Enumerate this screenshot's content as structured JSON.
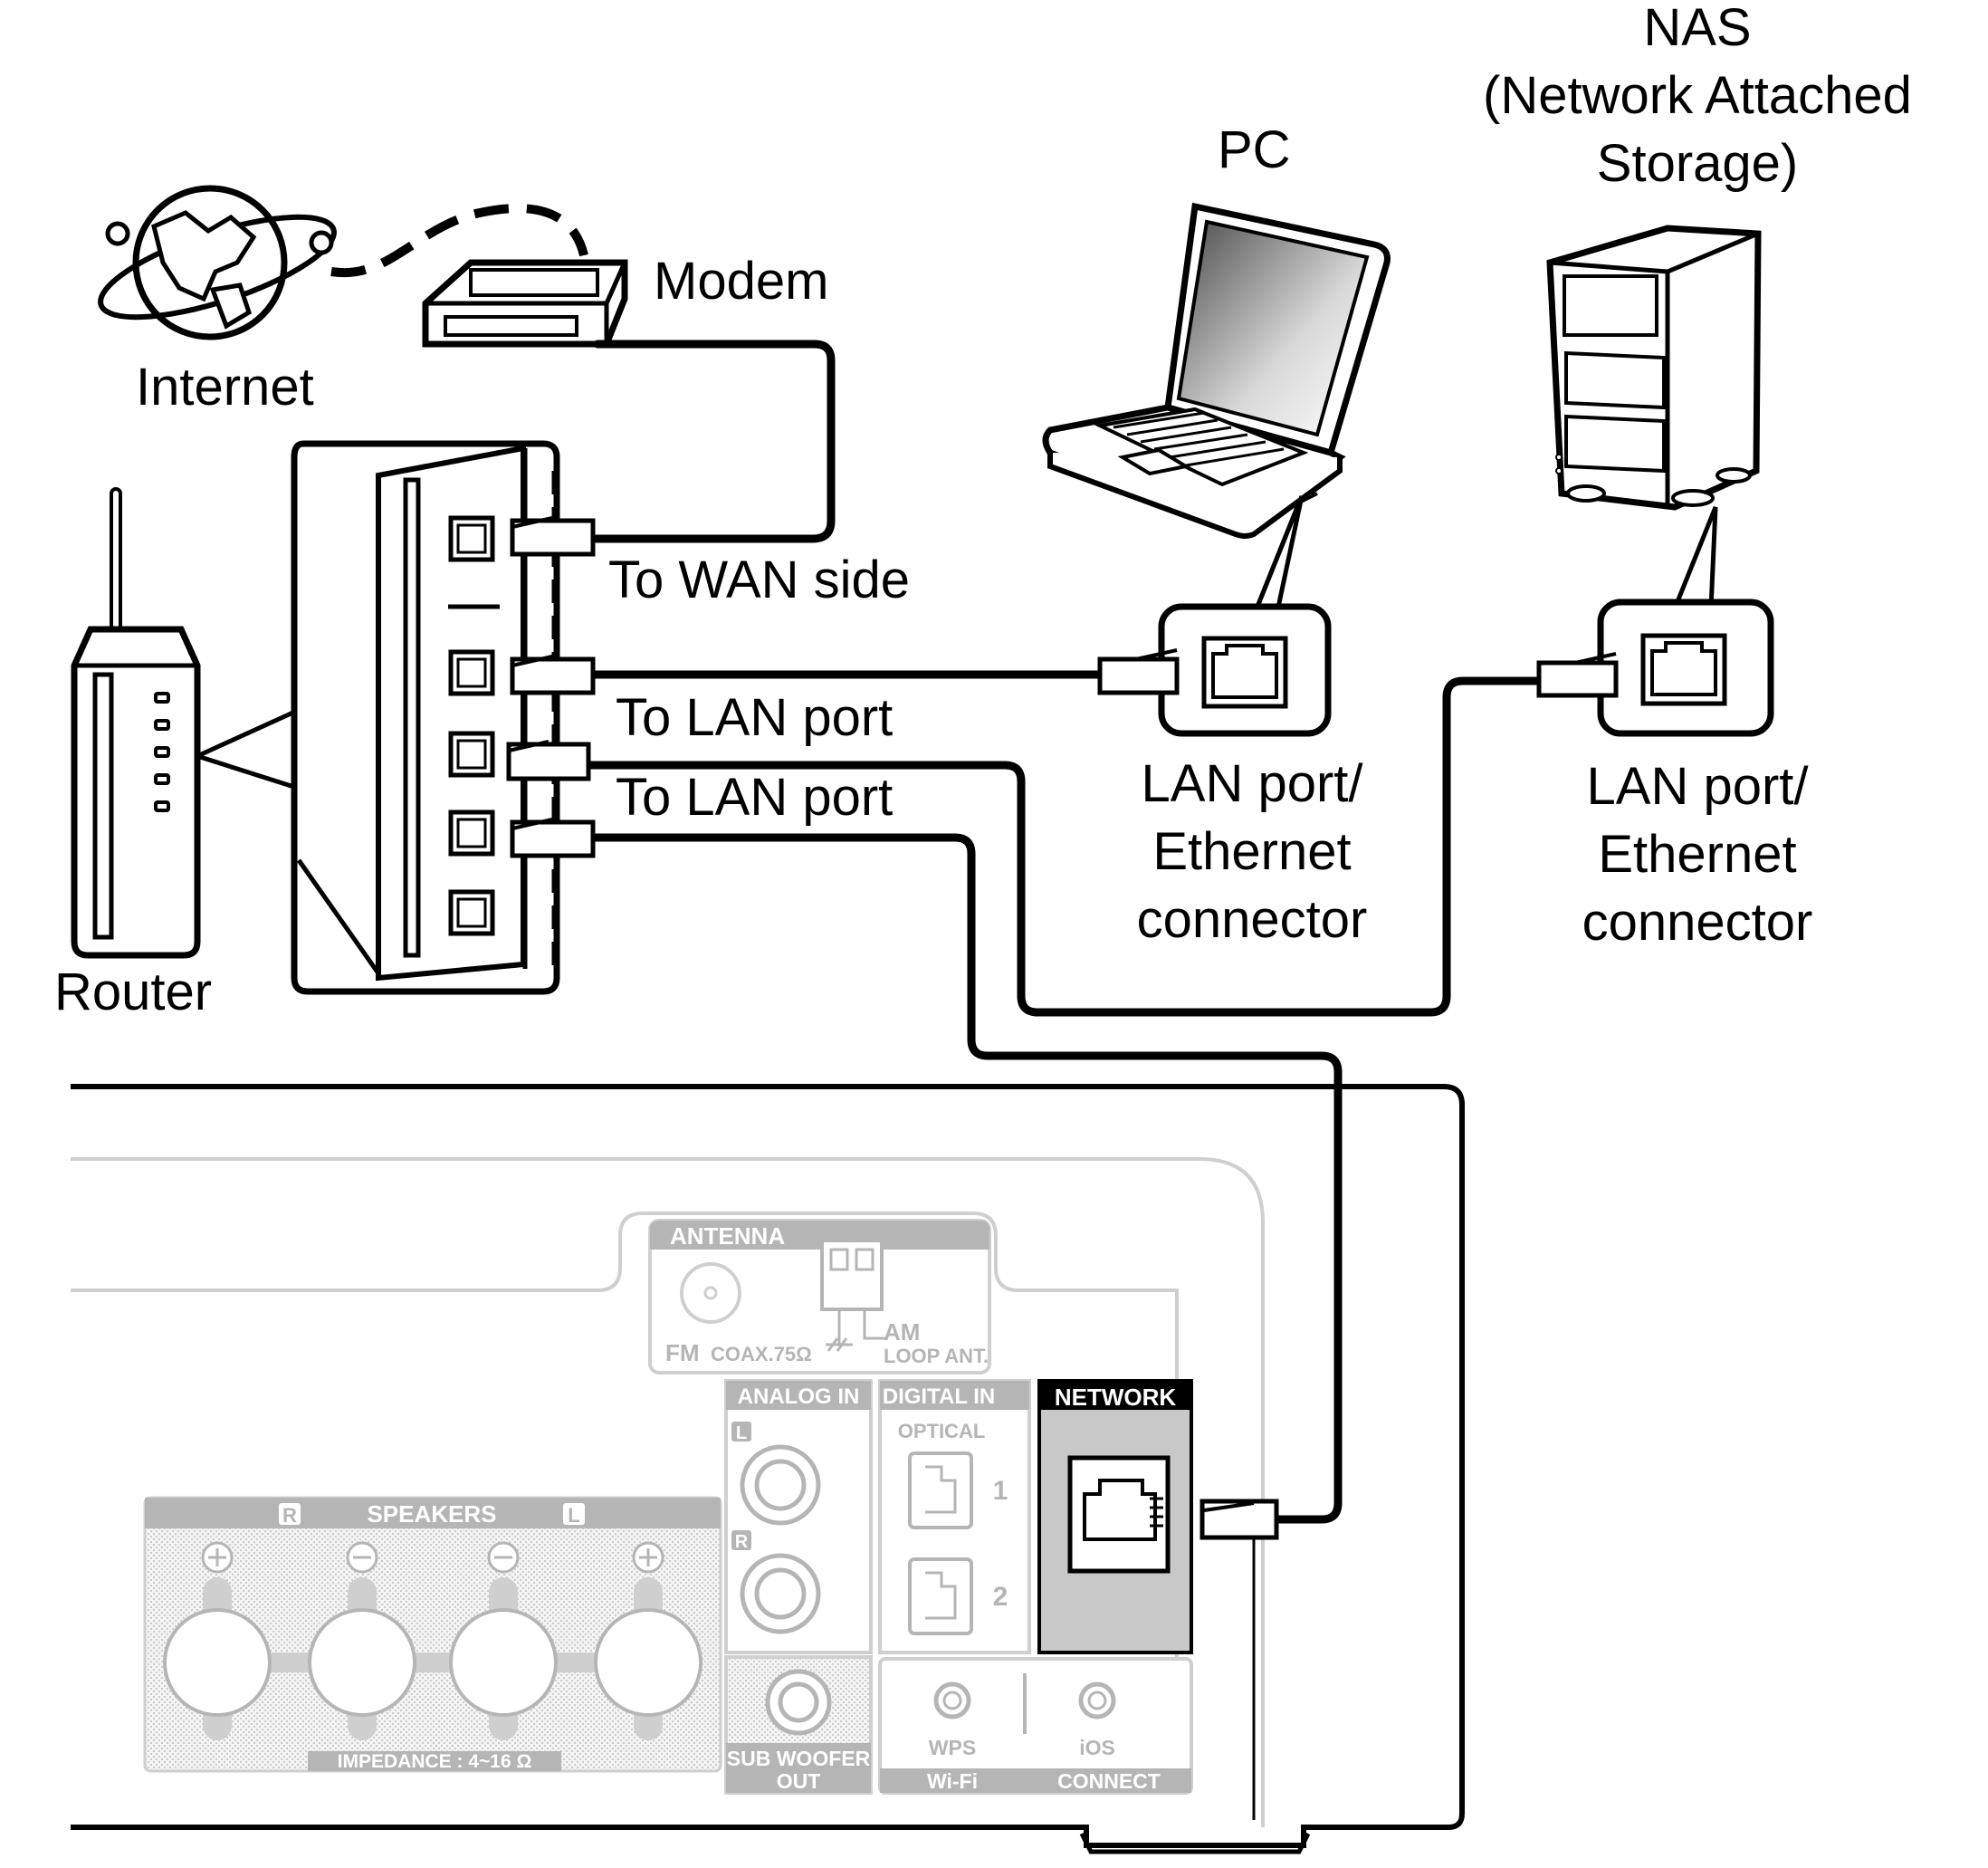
{
  "labels": {
    "internet": "Internet",
    "modem": "Modem",
    "router": "Router",
    "pc": "PC",
    "nas_line1": "NAS",
    "nas_line2": "(Network Attached",
    "nas_line3": "Storage)",
    "to_wan": "To WAN side",
    "to_lan_1": "To LAN port",
    "to_lan_2": "To LAN port",
    "pc_conn_line1": "LAN port/",
    "pc_conn_line2": "Ethernet",
    "pc_conn_line3": "connector",
    "nas_conn_line1": "LAN port/",
    "nas_conn_line2": "Ethernet",
    "nas_conn_line3": "connector"
  },
  "panel": {
    "antenna": "ANTENNA",
    "fm": "FM",
    "coax": "COAX.75Ω",
    "am": "AM",
    "loop_ant": "LOOP ANT.",
    "analog_in": "ANALOG IN",
    "analog_l": "L",
    "analog_r": "R",
    "digital_in": "DIGITAL IN",
    "optical": "OPTICAL",
    "optical_1": "1",
    "optical_2": "2",
    "network": "NETWORK",
    "speakers": "SPEAKERS",
    "speaker_r": "R",
    "speaker_l": "L",
    "impedance": "IMPEDANCE : 4~16 Ω",
    "sub_woofer_line1": "SUB WOOFER",
    "sub_woofer_line2": "OUT",
    "wps": "WPS",
    "ios": "iOS",
    "wifi": "Wi-Fi",
    "connect": "CONNECT"
  },
  "colors": {
    "line": "#000000",
    "panel_gray": "#b5b5b5",
    "panel_light": "#e6e6e6",
    "network_fill": "#c8c8c8"
  }
}
